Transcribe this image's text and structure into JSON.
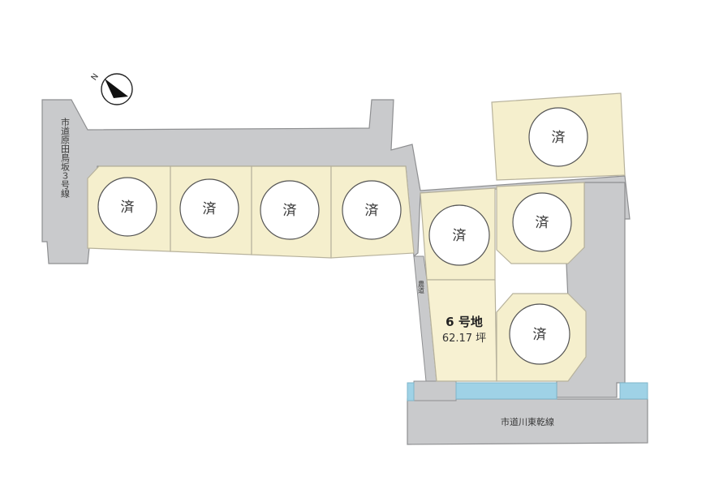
{
  "colors": {
    "road": "#c9cacc",
    "road_outline": "#8e8f91",
    "lot_fill": "#f5efcd",
    "lot_outline": "#b7b29c",
    "water": "#9fd2e6",
    "circle_fill": "#ffffff",
    "circle_stroke": "#555555"
  },
  "compass": {
    "north_letter": "N"
  },
  "roads": {
    "west_road": "市道原田鳥坂３号線",
    "south_road": "市道川東乾線",
    "footpath": "農道"
  },
  "lots": {
    "sold_mark": "済",
    "available": {
      "title": "6 号地",
      "area": "62.17 坪"
    }
  }
}
